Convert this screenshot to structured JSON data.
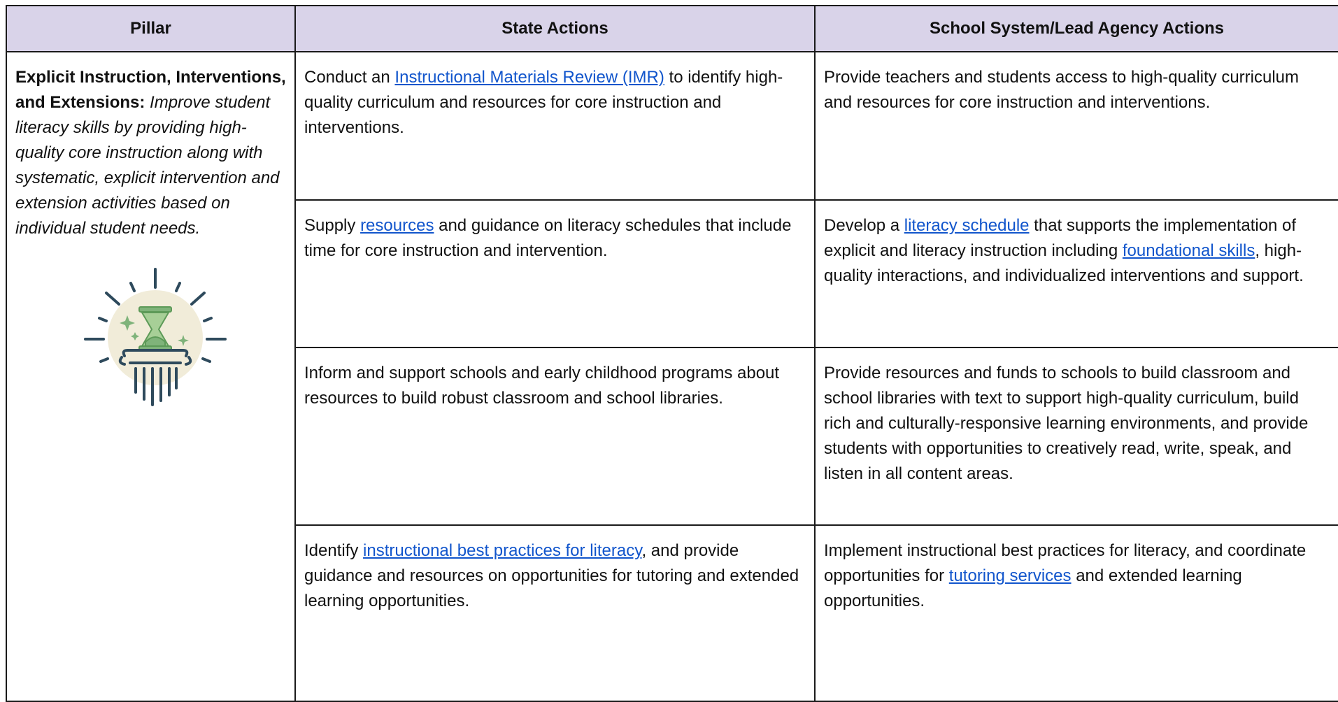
{
  "headers": {
    "pillar": "Pillar",
    "state": "State Actions",
    "school": "School System/Lead Agency Actions"
  },
  "pillar": {
    "title": "Explicit Instruction, Interventions, and Extensions:",
    "description": "Improve student literacy skills by providing high-quality core instruction along with systematic, explicit intervention and extension activities based on individual student needs.",
    "icon": "hourglass-pillar-icon",
    "icon_colors": {
      "circle": "#f1ecd9",
      "accent": "#7fb37a",
      "line": "#2e4a5c"
    }
  },
  "rows": [
    {
      "state": {
        "pre": "Conduct an ",
        "link": "Instructional Materials Review (IMR)",
        "post": " to identify high-quality curriculum and resources for core instruction and interventions."
      },
      "school": {
        "text": "Provide teachers and students access to high-quality curriculum and resources for core instruction and interventions."
      }
    },
    {
      "state": {
        "pre": "Supply ",
        "link": "resources",
        "post": " and guidance on literacy schedules that include time for core instruction and intervention."
      },
      "school": {
        "pre": "Develop a ",
        "link1": "literacy schedule",
        "mid": " that supports the implementation of explicit and literacy instruction including ",
        "link2": "foundational skills",
        "post": ", high-quality interactions, and individualized interventions and support."
      }
    },
    {
      "state": {
        "text": "Inform and support schools and early childhood programs about resources to build robust classroom and school libraries."
      },
      "school": {
        "text": "Provide resources and funds to schools to build classroom and school libraries with text to support high-quality curriculum, build rich and culturally-responsive learning environments, and provide students with opportunities to creatively read, write, speak, and listen in all content areas."
      }
    },
    {
      "state": {
        "pre": "Identify ",
        "link": "instructional best practices for literacy",
        "post": ", and provide guidance and resources on opportunities for tutoring and extended learning opportunities."
      },
      "school": {
        "pre": "Implement instructional best practices for literacy, and coordinate opportunities for ",
        "link": "tutoring services",
        "post": " and extended learning opportunities."
      }
    }
  ]
}
